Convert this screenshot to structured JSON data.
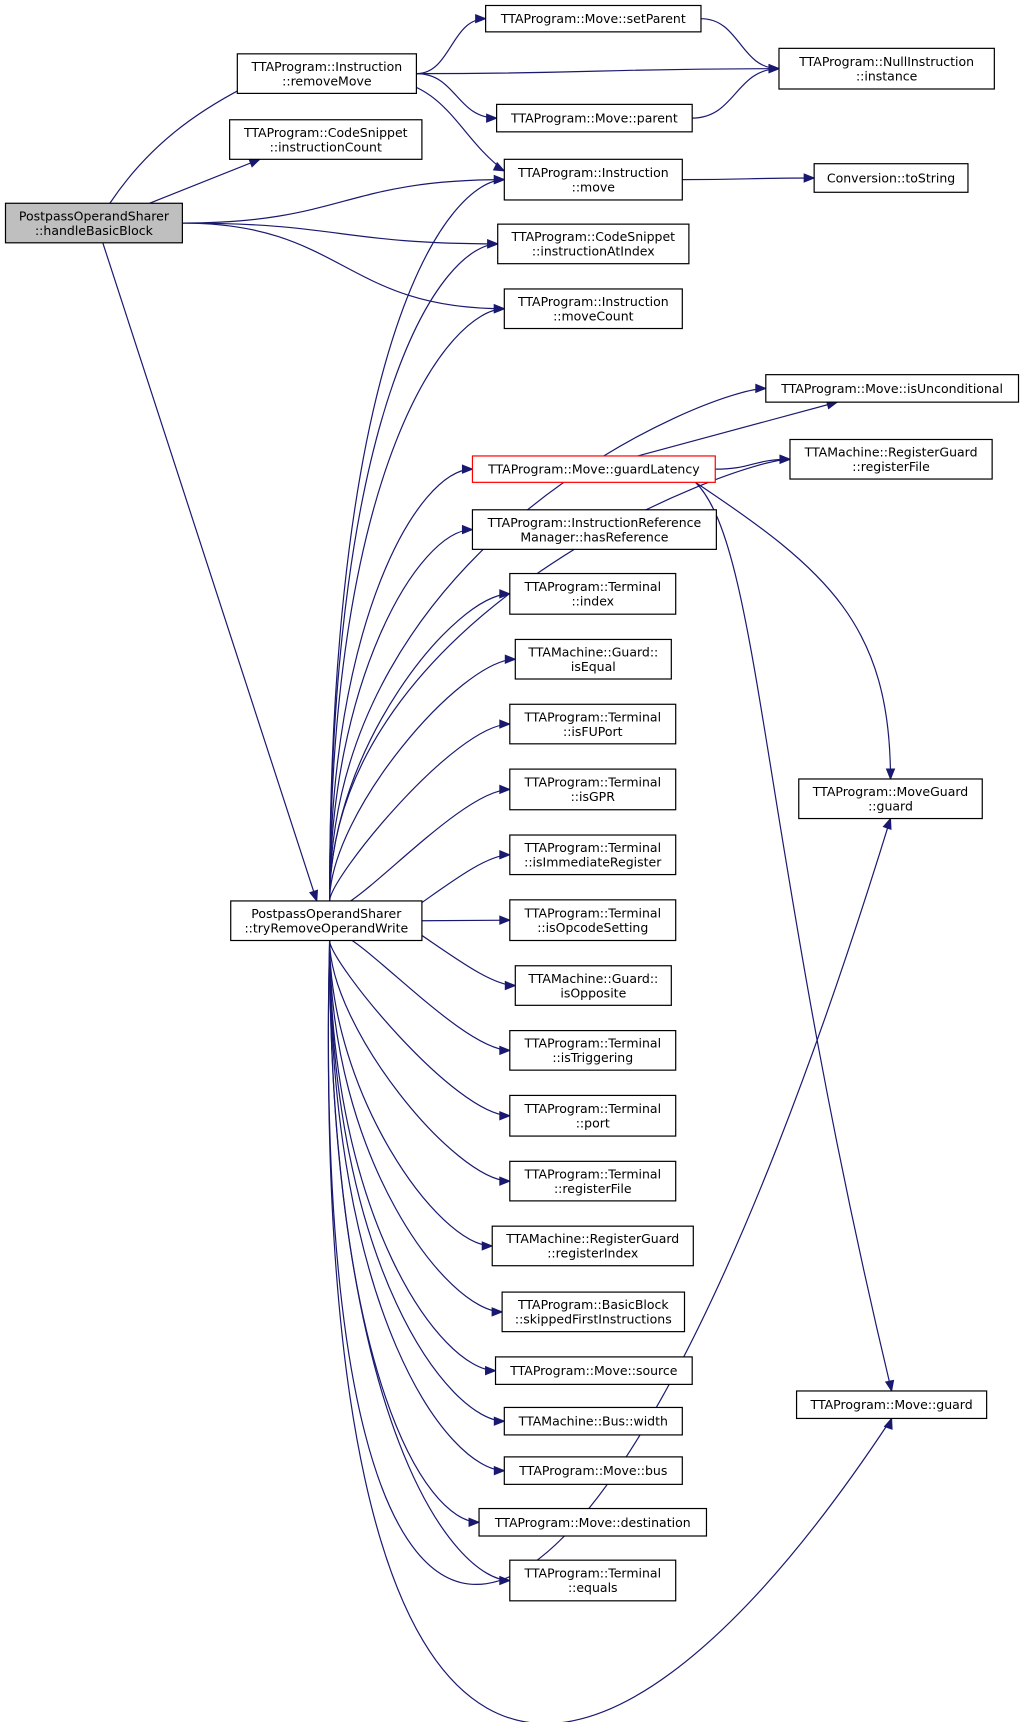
{
  "nodes": {
    "handleBasicBlock": {
      "lines": [
        "PostpassOperandSharer",
        "::handleBasicBlock"
      ],
      "root": true
    },
    "tryRemoveOperandWrite": {
      "lines": [
        "PostpassOperandSharer",
        "::tryRemoveOperandWrite"
      ]
    },
    "removeMove": {
      "lines": [
        "TTAProgram::Instruction",
        "::removeMove"
      ]
    },
    "instructionCount": {
      "lines": [
        "TTAProgram::CodeSnippet",
        "::instructionCount"
      ]
    },
    "setParent": {
      "lines": [
        "TTAProgram::Move::setParent"
      ]
    },
    "nullInstance": {
      "lines": [
        "TTAProgram::NullInstruction",
        "::instance"
      ]
    },
    "parent": {
      "lines": [
        "TTAProgram::Move::parent"
      ]
    },
    "move": {
      "lines": [
        "TTAProgram::Instruction",
        "::move"
      ]
    },
    "toString": {
      "lines": [
        "Conversion::toString"
      ]
    },
    "instructionAtIndex": {
      "lines": [
        "TTAProgram::CodeSnippet",
        "::instructionAtIndex"
      ]
    },
    "moveCount": {
      "lines": [
        "TTAProgram::Instruction",
        "::moveCount"
      ]
    },
    "isUnconditional": {
      "lines": [
        "TTAProgram::Move::isUnconditional"
      ]
    },
    "rgRegisterFile": {
      "lines": [
        "TTAMachine::RegisterGuard",
        "::registerFile"
      ]
    },
    "guardLatency": {
      "lines": [
        "TTAProgram::Move::guardLatency"
      ],
      "highlight": true
    },
    "hasReference": {
      "lines": [
        "TTAProgram::InstructionReference",
        "Manager::hasReference"
      ]
    },
    "index": {
      "lines": [
        "TTAProgram::Terminal",
        "::index"
      ]
    },
    "isEqual": {
      "lines": [
        "TTAMachine::Guard::",
        "isEqual"
      ]
    },
    "isFUPort": {
      "lines": [
        "TTAProgram::Terminal",
        "::isFUPort"
      ]
    },
    "isGPR": {
      "lines": [
        "TTAProgram::Terminal",
        "::isGPR"
      ]
    },
    "isImmediateRegister": {
      "lines": [
        "TTAProgram::Terminal",
        "::isImmediateRegister"
      ]
    },
    "isOpcodeSetting": {
      "lines": [
        "TTAProgram::Terminal",
        "::isOpcodeSetting"
      ]
    },
    "isOpposite": {
      "lines": [
        "TTAMachine::Guard::",
        "isOpposite"
      ]
    },
    "isTriggering": {
      "lines": [
        "TTAProgram::Terminal",
        "::isTriggering"
      ]
    },
    "port": {
      "lines": [
        "TTAProgram::Terminal",
        "::port"
      ]
    },
    "termRegisterFile": {
      "lines": [
        "TTAProgram::Terminal",
        "::registerFile"
      ]
    },
    "registerIndex": {
      "lines": [
        "TTAMachine::RegisterGuard",
        "::registerIndex"
      ]
    },
    "skippedFirst": {
      "lines": [
        "TTAProgram::BasicBlock",
        "::skippedFirstInstructions"
      ]
    },
    "source": {
      "lines": [
        "TTAProgram::Move::source"
      ]
    },
    "width": {
      "lines": [
        "TTAMachine::Bus::width"
      ]
    },
    "bus": {
      "lines": [
        "TTAProgram::Move::bus"
      ]
    },
    "destination": {
      "lines": [
        "TTAProgram::Move::destination"
      ]
    },
    "equals": {
      "lines": [
        "TTAProgram::Terminal",
        "::equals"
      ]
    },
    "moveGuardGuard": {
      "lines": [
        "TTAProgram::MoveGuard",
        "::guard"
      ]
    },
    "moveGuard": {
      "lines": [
        "TTAProgram::Move::guard"
      ]
    }
  },
  "edges": [
    [
      "handleBasicBlock",
      "removeMove"
    ],
    [
      "handleBasicBlock",
      "instructionCount"
    ],
    [
      "handleBasicBlock",
      "move"
    ],
    [
      "handleBasicBlock",
      "instructionAtIndex"
    ],
    [
      "handleBasicBlock",
      "moveCount"
    ],
    [
      "handleBasicBlock",
      "tryRemoveOperandWrite"
    ],
    [
      "removeMove",
      "setParent"
    ],
    [
      "removeMove",
      "nullInstance"
    ],
    [
      "removeMove",
      "parent"
    ],
    [
      "removeMove",
      "move"
    ],
    [
      "setParent",
      "nullInstance"
    ],
    [
      "parent",
      "nullInstance"
    ],
    [
      "move",
      "toString"
    ],
    [
      "guardLatency",
      "isUnconditional"
    ],
    [
      "guardLatency",
      "rgRegisterFile"
    ],
    [
      "guardLatency",
      "moveGuardGuard"
    ],
    [
      "guardLatency",
      "moveGuard"
    ],
    [
      "tryRemoveOperandWrite",
      "move"
    ],
    [
      "tryRemoveOperandWrite",
      "instructionAtIndex"
    ],
    [
      "tryRemoveOperandWrite",
      "moveCount"
    ],
    [
      "tryRemoveOperandWrite",
      "isUnconditional"
    ],
    [
      "tryRemoveOperandWrite",
      "rgRegisterFile"
    ],
    [
      "tryRemoveOperandWrite",
      "guardLatency"
    ],
    [
      "tryRemoveOperandWrite",
      "hasReference"
    ],
    [
      "tryRemoveOperandWrite",
      "index"
    ],
    [
      "tryRemoveOperandWrite",
      "isEqual"
    ],
    [
      "tryRemoveOperandWrite",
      "isFUPort"
    ],
    [
      "tryRemoveOperandWrite",
      "isGPR"
    ],
    [
      "tryRemoveOperandWrite",
      "isImmediateRegister"
    ],
    [
      "tryRemoveOperandWrite",
      "isOpcodeSetting"
    ],
    [
      "tryRemoveOperandWrite",
      "isOpposite"
    ],
    [
      "tryRemoveOperandWrite",
      "isTriggering"
    ],
    [
      "tryRemoveOperandWrite",
      "port"
    ],
    [
      "tryRemoveOperandWrite",
      "termRegisterFile"
    ],
    [
      "tryRemoveOperandWrite",
      "registerIndex"
    ],
    [
      "tryRemoveOperandWrite",
      "skippedFirst"
    ],
    [
      "tryRemoveOperandWrite",
      "source"
    ],
    [
      "tryRemoveOperandWrite",
      "width"
    ],
    [
      "tryRemoveOperandWrite",
      "bus"
    ],
    [
      "tryRemoveOperandWrite",
      "destination"
    ],
    [
      "tryRemoveOperandWrite",
      "equals"
    ],
    [
      "tryRemoveOperandWrite",
      "moveGuardGuard"
    ],
    [
      "tryRemoveOperandWrite",
      "moveGuard"
    ]
  ],
  "colors": {
    "edge": "#191970",
    "root_fill": "#bfbfbf",
    "highlight_border": "#ff0000"
  }
}
